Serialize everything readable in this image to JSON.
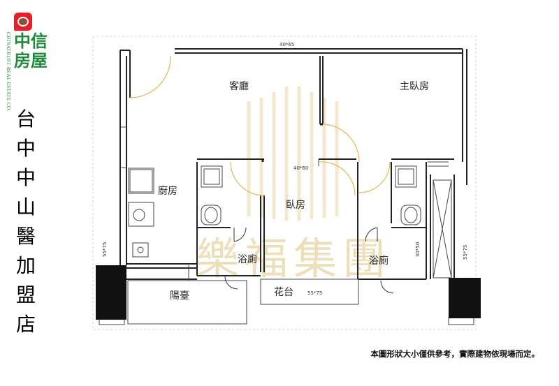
{
  "brand": {
    "name_vertical": "CHINATRUST REAL ESTATE CO.",
    "name_main": "中信房屋",
    "store_name": "台中中山醫加盟店"
  },
  "watermark": {
    "text": "樂福集團",
    "color": "#e8d7a6"
  },
  "rooms": {
    "living_room": "客廳",
    "master_bedroom": "主臥房",
    "kitchen": "廚房",
    "bedroom": "臥房",
    "bathroom_left": "浴廁",
    "bathroom_right": "浴廁",
    "balcony": "陽臺",
    "planter": "花台"
  },
  "dimensions": {
    "top": "40*65",
    "middle": "40*60",
    "planter": "55*75",
    "left_side": "55*75",
    "right_side": "55*75",
    "right_inner": "30*50"
  },
  "note": "本圖形狀大小僅供參考，實際建物依現場而定。",
  "colors": {
    "brand_red": "#e2222a",
    "brand_green": "#1f8a3a",
    "wall": "#222222",
    "door_arc": "#e0b84a"
  }
}
